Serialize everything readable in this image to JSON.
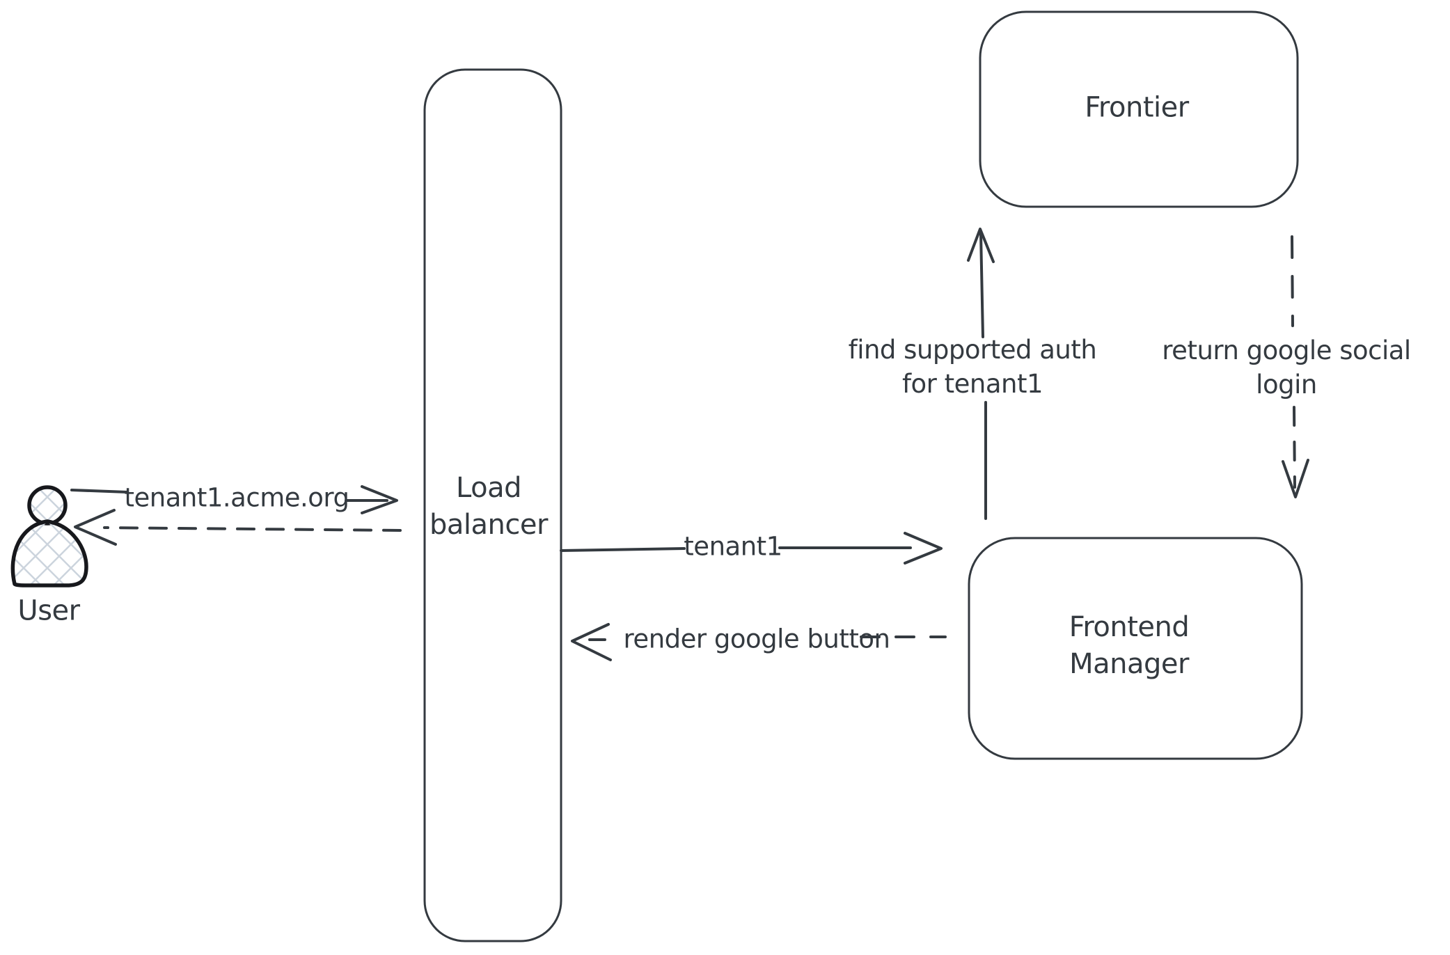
{
  "diagram": {
    "background_color": "#ffffff",
    "stroke_color": "#343a40",
    "user_icon_stroke_color": "#17181c",
    "user_icon_hatch_color": "#ccd4dd",
    "actors": {
      "user": {
        "label": "User"
      }
    },
    "nodes": {
      "load_balancer": {
        "lines": [
          "Load",
          "balancer"
        ]
      },
      "frontier": {
        "label": "Frontier"
      },
      "frontend_manager": {
        "lines": [
          "Frontend",
          "Manager"
        ]
      }
    },
    "edges": {
      "request_domain": {
        "label": "tenant1.acme.org",
        "style": "solid",
        "direction": "right"
      },
      "response_to_user": {
        "style": "dashed",
        "direction": "left"
      },
      "forward_tenant": {
        "label": "tenant1",
        "style": "solid",
        "direction": "right"
      },
      "render_button": {
        "label": "render google button",
        "style": "dashed",
        "direction": "left"
      },
      "find_auth": {
        "lines": [
          "find supported auth",
          "for tenant1"
        ],
        "style": "solid",
        "direction": "up"
      },
      "return_login": {
        "lines": [
          "return google social",
          "login"
        ],
        "style": "dashed",
        "direction": "down"
      }
    }
  }
}
